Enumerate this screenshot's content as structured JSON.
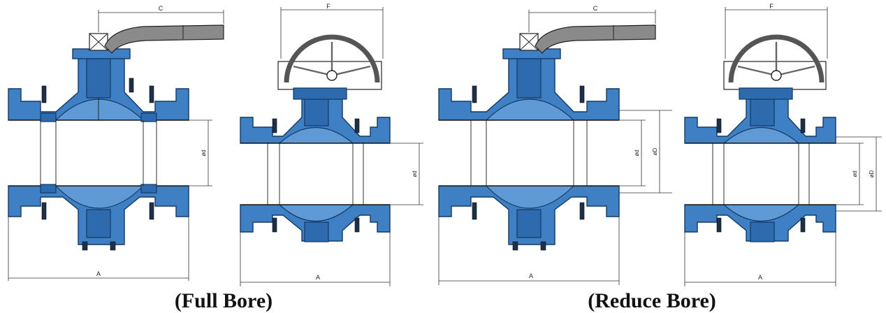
{
  "dimensions": {
    "a": "A",
    "c": "C",
    "f": "F",
    "d": "ød",
    "D": "øD"
  },
  "captions": {
    "full_bore": "(Full Bore)",
    "reduce_bore": "(Reduce Bore)"
  },
  "colors": {
    "valve_body": "#3f7fc3",
    "ball": "#5f9ad6",
    "outline": "#123a66",
    "handle": "#8a8a8a"
  }
}
